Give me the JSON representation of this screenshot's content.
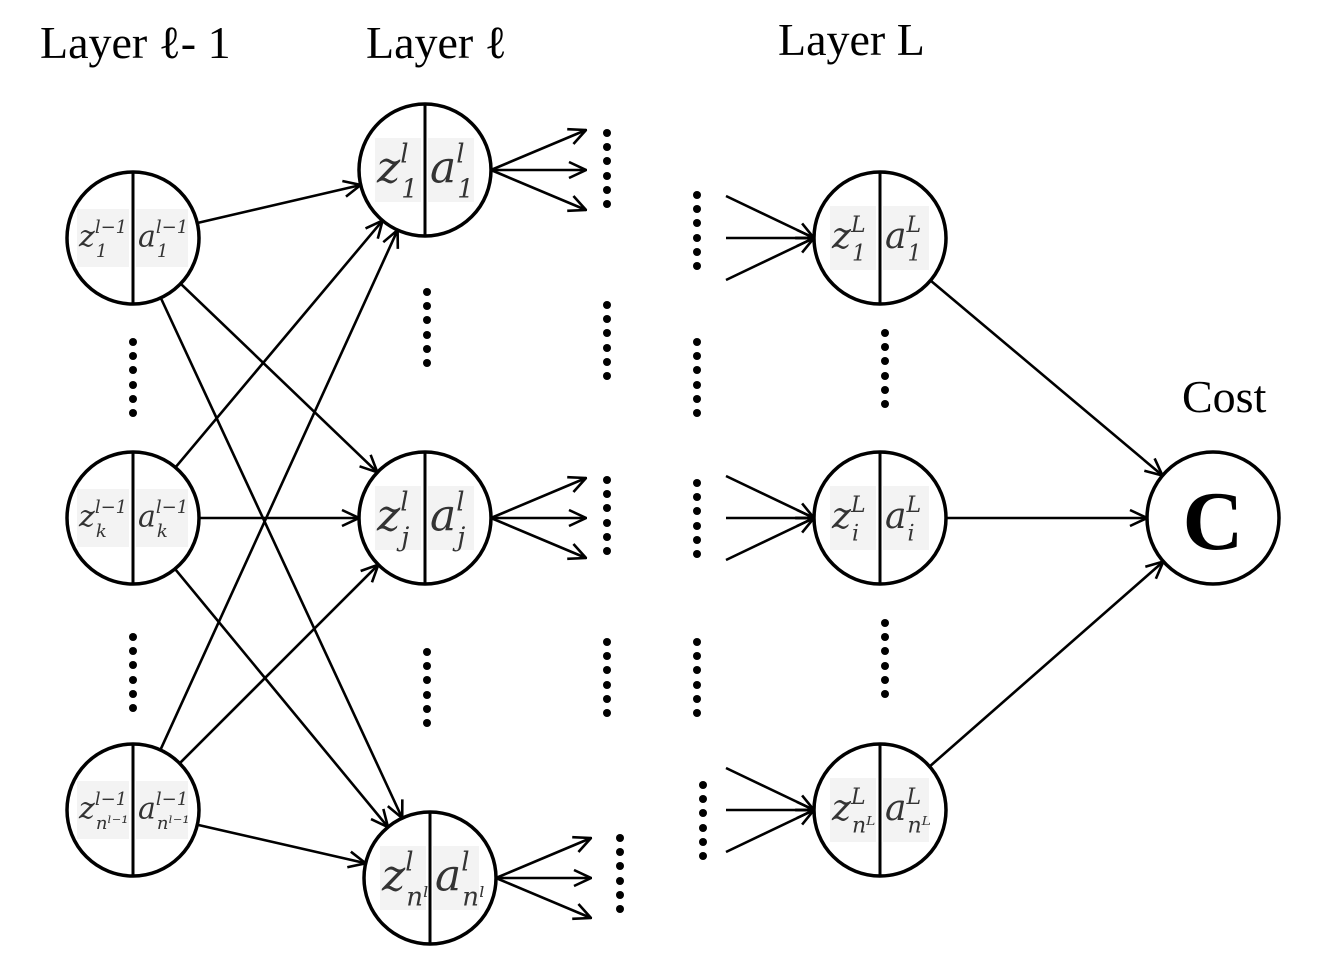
{
  "titles": {
    "layer_prev": "Layer ℓ- 1",
    "layer_cur": "Layer ℓ",
    "layer_last": "Layer L",
    "cost": "Cost"
  },
  "cost_node": {
    "letter": "C"
  },
  "layers": [
    {
      "id": "layer-prev",
      "nodes": [
        {
          "z": "z",
          "z_sup": "l−1",
          "z_sub": "1",
          "a": "a",
          "a_sup": "l−1",
          "a_sub": "1"
        },
        {
          "z": "z",
          "z_sup": "l−1",
          "z_sub": "k",
          "a": "a",
          "a_sup": "l−1",
          "a_sub": "k"
        },
        {
          "z": "z",
          "z_sup": "l−1",
          "z_sub": "nˡ⁻¹",
          "a": "a",
          "a_sup": "l−1",
          "a_sub": "nˡ⁻¹"
        }
      ]
    },
    {
      "id": "layer-cur",
      "nodes": [
        {
          "z": "z",
          "z_sup": "l",
          "z_sub": "1",
          "a": "a",
          "a_sup": "l",
          "a_sub": "1"
        },
        {
          "z": "z",
          "z_sup": "l",
          "z_sub": "j",
          "a": "a",
          "a_sup": "l",
          "a_sub": "j"
        },
        {
          "z": "z",
          "z_sup": "l",
          "z_sub": "nˡ",
          "a": "a",
          "a_sup": "l",
          "a_sub": "nˡ"
        }
      ]
    },
    {
      "id": "layer-last",
      "nodes": [
        {
          "z": "z",
          "z_sup": "L",
          "z_sub": "1",
          "a": "a",
          "a_sup": "L",
          "a_sub": "1"
        },
        {
          "z": "z",
          "z_sup": "L",
          "z_sub": "i",
          "a": "a",
          "a_sup": "L",
          "a_sub": "i"
        },
        {
          "z": "z",
          "z_sup": "L",
          "z_sub": "nᴸ",
          "a": "a",
          "a_sup": "L",
          "a_sub": "nᴸ"
        }
      ]
    }
  ],
  "connections": {
    "prev_to_cur": "fully connected (each of 3 shown nodes to each of 3)",
    "cur_fanout": "3 arrows per node toward ellipsis",
    "last_fanin": "3 arrows per node from ellipsis",
    "last_to_cost": "each output node to Cost"
  },
  "ellipsis": "⋮"
}
